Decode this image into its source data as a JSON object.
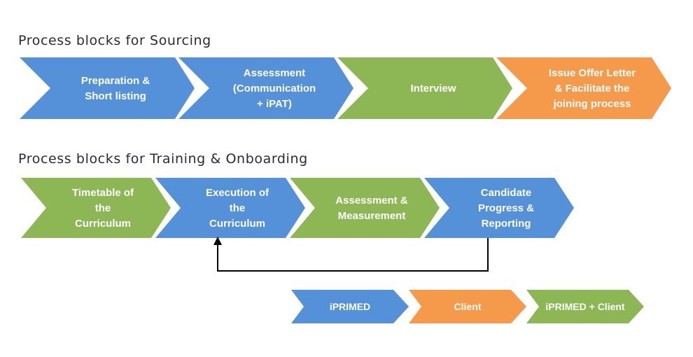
{
  "headings": {
    "sourcing": "Process blocks for Sourcing",
    "training": "Process blocks for Training & Onboarding"
  },
  "colors": {
    "blue": "#5591d8",
    "green": "#8db755",
    "orange": "#f5994a",
    "arrow": "#000000"
  },
  "sourcing_steps": [
    {
      "lines": [
        "Preparation &",
        "Short listing"
      ],
      "color": "blue"
    },
    {
      "lines": [
        "Assessment",
        "(Communication",
        "+ iPAT)"
      ],
      "color": "blue"
    },
    {
      "lines": [
        "Interview"
      ],
      "color": "green"
    },
    {
      "lines": [
        "Issue Offer Letter",
        "& Facilitate the",
        "joining process"
      ],
      "color": "orange"
    }
  ],
  "training_steps": [
    {
      "lines": [
        "Timetable of",
        "the",
        "Curriculum"
      ],
      "color": "green"
    },
    {
      "lines": [
        "Execution of",
        "the",
        "Curriculum"
      ],
      "color": "blue"
    },
    {
      "lines": [
        "Assessment &",
        "Measurement"
      ],
      "color": "green"
    },
    {
      "lines": [
        "Candidate",
        "Progress &",
        "Reporting"
      ],
      "color": "blue"
    }
  ],
  "legend": [
    {
      "label": "iPRIMED",
      "color": "blue"
    },
    {
      "label": "Client",
      "color": "orange"
    },
    {
      "label": "iPRIMED + Client",
      "color": "green"
    }
  ]
}
